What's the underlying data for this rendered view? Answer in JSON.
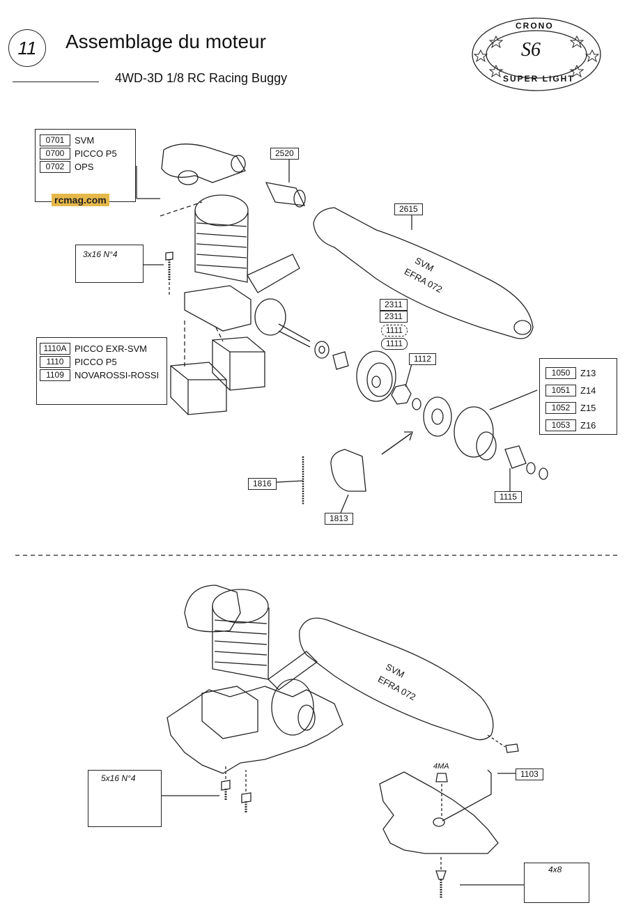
{
  "header": {
    "step": "11",
    "title": "Assemblage du moteur",
    "subtitle": "4WD-3D 1/8 RC Racing Buggy"
  },
  "logo": {
    "top": "CRONO",
    "center": "S6",
    "bottom": "SUPER LIGHT"
  },
  "watermark": "rcmag.com",
  "exhaust_options": [
    {
      "pn": "0701",
      "name": "SVM"
    },
    {
      "pn": "0700",
      "name": "PICCO P5"
    },
    {
      "pn": "0702",
      "name": "OPS"
    }
  ],
  "mount_options": [
    {
      "pn": "1110A",
      "name": "PICCO EXR-SVM"
    },
    {
      "pn": "1110",
      "name": "PICCO P5"
    },
    {
      "pn": "1109",
      "name": "NOVAROSSI-ROSSI"
    }
  ],
  "pinion_options": [
    {
      "pn": "1050",
      "name": "Z13"
    },
    {
      "pn": "1051",
      "name": "Z14"
    },
    {
      "pn": "1052",
      "name": "Z15"
    },
    {
      "pn": "1053",
      "name": "Z16"
    }
  ],
  "shim_labels": [
    "2311",
    "2311",
    "1111",
    "1111"
  ],
  "screws": {
    "top": "3x16 N°4",
    "bottom_left": "5x16 N°4",
    "bottom_right": "4x8"
  },
  "parts": {
    "p2520": "2520",
    "p2615": "2615",
    "p1112": "1112",
    "p1816": "1816",
    "p1813": "1813",
    "p1115": "1115",
    "p1103": "1103",
    "nut": "4MA"
  },
  "muffler_text": [
    "SVM",
    "EFRA 072"
  ]
}
